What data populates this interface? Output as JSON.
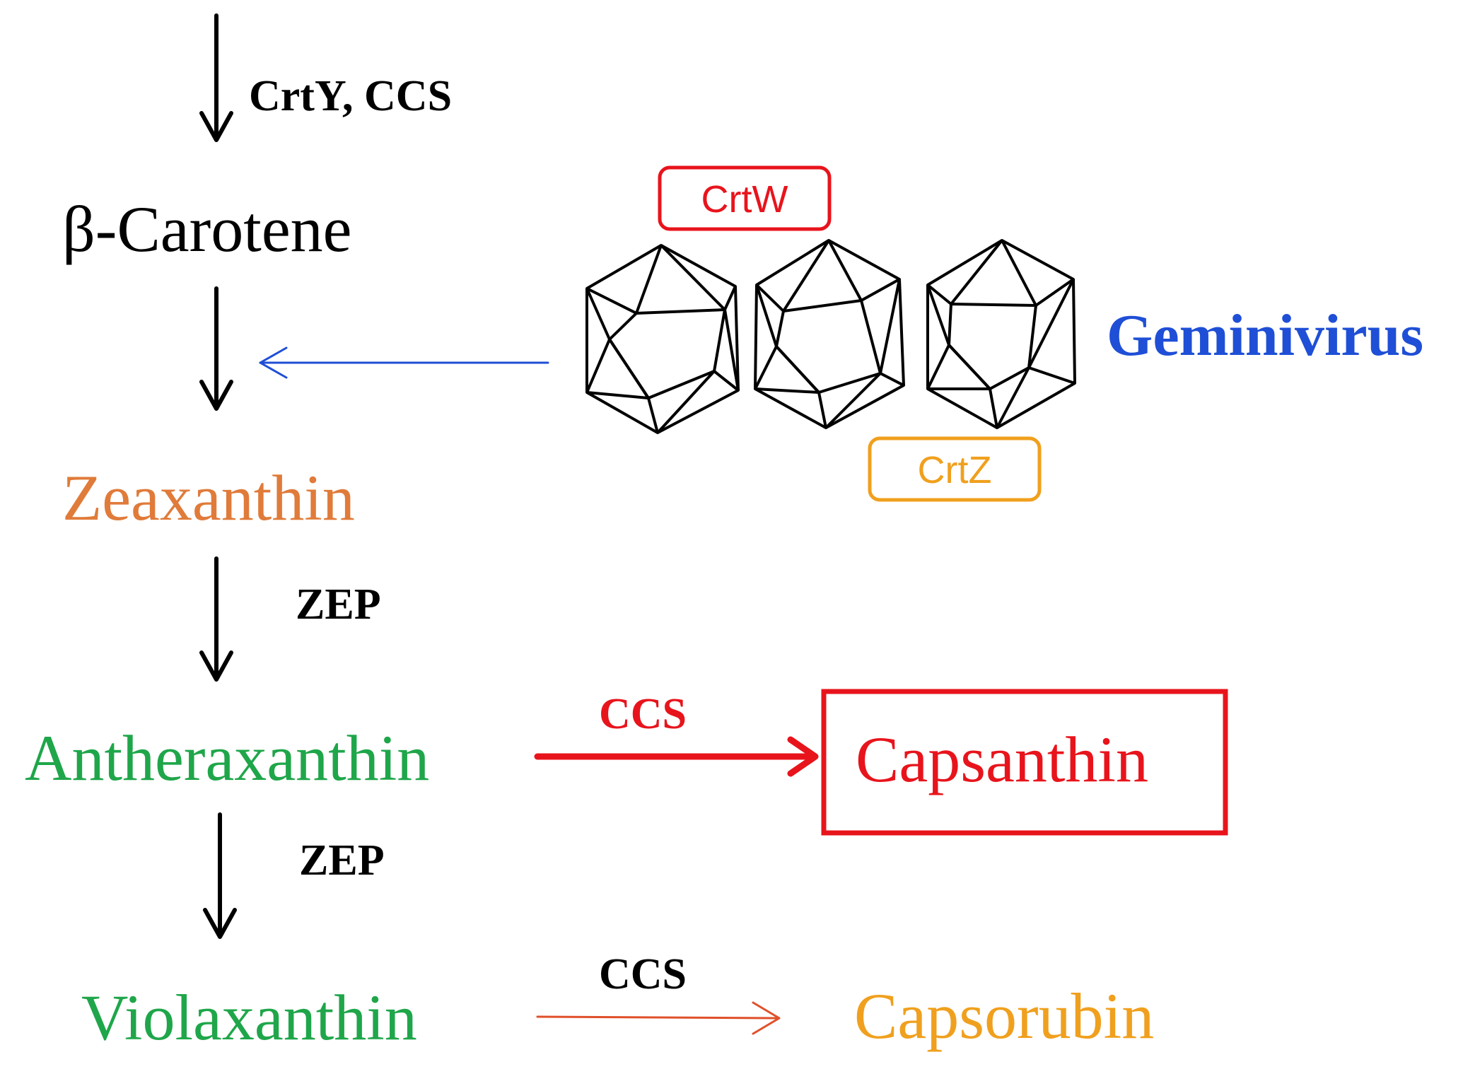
{
  "pathway": {
    "enzymes": {
      "step1": "CrtY, CCS",
      "step3": "ZEP",
      "step4": "ZEP",
      "capsanthin": "CCS",
      "capsorubin": "CCS"
    },
    "compounds": {
      "beta_carotene": "β-Carotene",
      "zeaxanthin": "Zeaxanthin",
      "antheraxanthin": "Antheraxanthin",
      "violaxanthin": "Violaxanthin",
      "capsanthin": "Capsanthin",
      "capsorubin": "Capsorubin"
    },
    "virus": {
      "label": "Geminivirus",
      "gene_top": "CrtW",
      "gene_bottom": "CrtZ"
    }
  },
  "colors": {
    "black": "#000000",
    "zeaxanthin": "#e07b3a",
    "green": "#1fa64a",
    "red": "#e8141c",
    "orange": "#f0a01e",
    "blue": "#1f4fd6",
    "thin_arrow": "#e0502a"
  }
}
